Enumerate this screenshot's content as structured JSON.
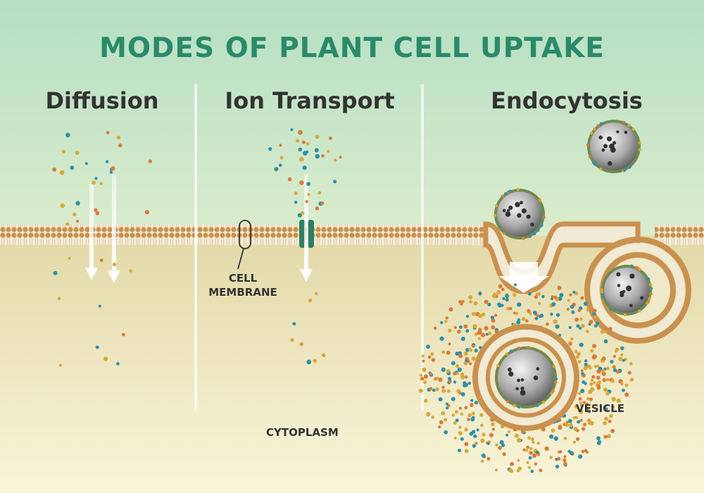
{
  "title": "MODES OF PLANT CELL UPTAKE",
  "panels": {
    "diffusion": "Diffusion",
    "ion_transport": "Ion Transport",
    "endocytosis": "Endocytosis"
  },
  "labels": {
    "cell_membrane": [
      "CELL",
      "MEMBRANE"
    ],
    "cytoplasm": "CYTOPLASM",
    "vesicle": "VESICLE"
  },
  "colors": {
    "title": "#2a8a6a",
    "sky_top": "#b8e0c4",
    "sky_bottom": "#d8ecc8",
    "cytoplasm_top": "#e6dcae",
    "cytoplasm_bottom": "#f6f3d6",
    "membrane_head": "#c9914f",
    "membrane_tail": "#f1ead4",
    "particle_gold": "#d9a838",
    "particle_orange": "#d97b3a",
    "particle_teal": "#2f8fa8",
    "channel": "#2f7d62",
    "arrow": "#ffffff",
    "divider": "#ffffff"
  }
}
